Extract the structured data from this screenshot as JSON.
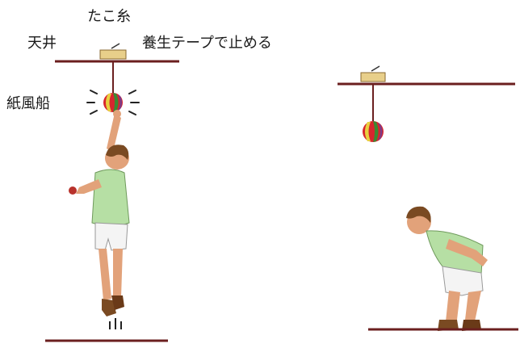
{
  "labels": {
    "kite_string": "たこ糸",
    "ceiling": "天井",
    "tape": "養生テープで止める",
    "balloon": "紙風船"
  },
  "colors": {
    "line": "#6b1f1f",
    "skin": "#e2a27a",
    "shirt": "#b6dfa4",
    "shorts": "#f4f4f4",
    "hair": "#7a4a22",
    "tape": "#e8cf8a",
    "balloon_red": "#d8262e",
    "balloon_green": "#3a8a32",
    "balloon_yellow": "#e8d040",
    "balloon_purple": "#7b3b8a"
  },
  "icons": [
    "balloon-icon",
    "tape-icon",
    "jumping-boy-figure",
    "crouching-boy-figure",
    "motion-lines-icon"
  ]
}
